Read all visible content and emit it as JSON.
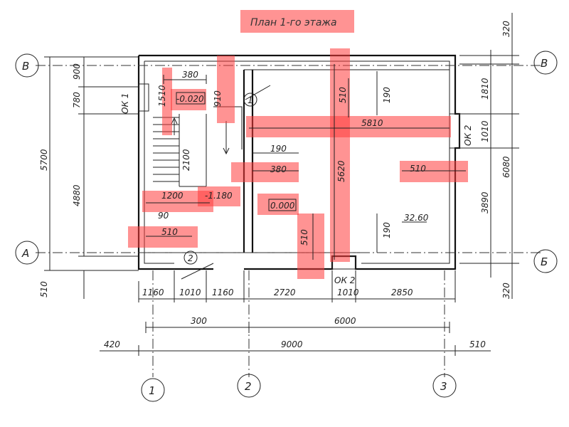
{
  "title": "План 1-го этажа",
  "axes": {
    "left_top": "В",
    "left_bottom": "А",
    "right_top": "В",
    "right_bottom": "Б",
    "bottom": [
      "1",
      "2",
      "3"
    ]
  },
  "room_marks": [
    "1",
    "2"
  ],
  "left_dims": {
    "outer": "5700",
    "inner": "4880",
    "top_a": "900",
    "top_b": "780",
    "bottom": "510"
  },
  "right_dims": {
    "outer_top": "320",
    "outer": "6080",
    "top_a": "1810",
    "top_b": "1010",
    "middle": "3890",
    "bottom": "320"
  },
  "bottom_dims": {
    "row1": [
      "1160",
      "1010",
      "1160",
      "2720",
      "1010",
      "2850"
    ],
    "row2": [
      "300",
      "6000"
    ],
    "row3": [
      "420",
      "9000",
      "510"
    ]
  },
  "interior_dims": {
    "stair_top": "380",
    "stair_side": "1510",
    "stair_flight": "2100",
    "d910": "910",
    "d190_top": "190",
    "d190_bottom": "190",
    "d190_mid": "190",
    "d380": "380",
    "d1200": "1200",
    "d1180": "-1.180",
    "d90": "90",
    "d510_left": "510",
    "d510_right": "510",
    "d510_vert_top": "510",
    "d510_vert_bottom": "510",
    "d5810": "5810",
    "d5620": "5620"
  },
  "levels": {
    "stair": "-0.020",
    "floor": "0.000"
  },
  "area": "32.60",
  "windows": {
    "left": "ОК 1",
    "right": "ОК 2",
    "bottom": "ОК 2"
  }
}
